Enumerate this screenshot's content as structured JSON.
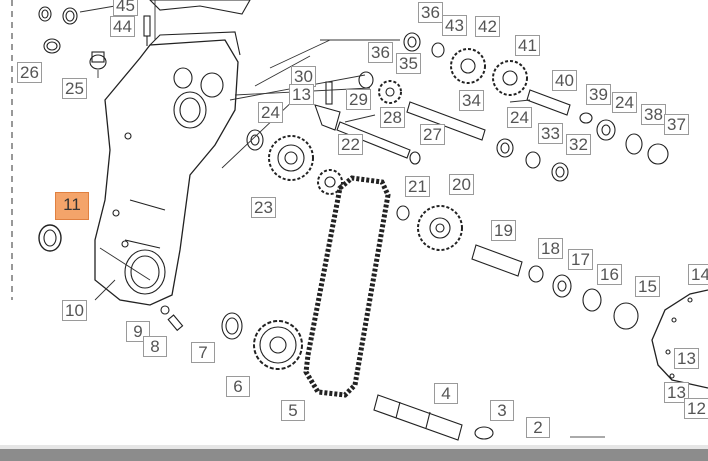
{
  "diagram": {
    "highlight_color": "#f4a46a",
    "callouts": [
      {
        "id": "c45",
        "text": "45",
        "highlighted": false
      },
      {
        "id": "c44",
        "text": "44",
        "highlighted": false
      },
      {
        "id": "c26",
        "text": "26",
        "highlighted": false
      },
      {
        "id": "c25",
        "text": "25",
        "highlighted": false
      },
      {
        "id": "c11",
        "text": "11",
        "highlighted": true
      },
      {
        "id": "c10",
        "text": "10",
        "highlighted": false
      },
      {
        "id": "c9",
        "text": "9",
        "highlighted": false
      },
      {
        "id": "c8",
        "text": "8",
        "highlighted": false
      },
      {
        "id": "c7",
        "text": "7",
        "highlighted": false
      },
      {
        "id": "c6",
        "text": "6",
        "highlighted": false
      },
      {
        "id": "c5",
        "text": "5",
        "highlighted": false
      },
      {
        "id": "c4",
        "text": "4",
        "highlighted": false
      },
      {
        "id": "c3",
        "text": "3",
        "highlighted": false
      },
      {
        "id": "c2",
        "text": "2",
        "highlighted": false
      },
      {
        "id": "c36a",
        "text": "36",
        "highlighted": false
      },
      {
        "id": "c43",
        "text": "43",
        "highlighted": false
      },
      {
        "id": "c42",
        "text": "42",
        "highlighted": false
      },
      {
        "id": "c41",
        "text": "41",
        "highlighted": false
      },
      {
        "id": "c36b",
        "text": "36",
        "highlighted": false
      },
      {
        "id": "c35",
        "text": "35",
        "highlighted": false
      },
      {
        "id": "c30",
        "text": "30",
        "highlighted": false
      },
      {
        "id": "c13a",
        "text": "13",
        "highlighted": false
      },
      {
        "id": "c29",
        "text": "29",
        "highlighted": false
      },
      {
        "id": "c34",
        "text": "34",
        "highlighted": false
      },
      {
        "id": "c40",
        "text": "40",
        "highlighted": false
      },
      {
        "id": "c39",
        "text": "39",
        "highlighted": false
      },
      {
        "id": "c24a",
        "text": "24",
        "highlighted": false
      },
      {
        "id": "c38",
        "text": "38",
        "highlighted": false
      },
      {
        "id": "c37",
        "text": "37",
        "highlighted": false
      },
      {
        "id": "c24b",
        "text": "24",
        "highlighted": false
      },
      {
        "id": "c28",
        "text": "28",
        "highlighted": false
      },
      {
        "id": "c27",
        "text": "27",
        "highlighted": false
      },
      {
        "id": "c22",
        "text": "22",
        "highlighted": false
      },
      {
        "id": "c24c",
        "text": "24",
        "highlighted": false
      },
      {
        "id": "c33",
        "text": "33",
        "highlighted": false
      },
      {
        "id": "c32",
        "text": "32",
        "highlighted": false
      },
      {
        "id": "c23",
        "text": "23",
        "highlighted": false
      },
      {
        "id": "c21",
        "text": "21",
        "highlighted": false
      },
      {
        "id": "c20",
        "text": "20",
        "highlighted": false
      },
      {
        "id": "c19",
        "text": "19",
        "highlighted": false
      },
      {
        "id": "c18",
        "text": "18",
        "highlighted": false
      },
      {
        "id": "c17",
        "text": "17",
        "highlighted": false
      },
      {
        "id": "c16",
        "text": "16",
        "highlighted": false
      },
      {
        "id": "c15",
        "text": "15",
        "highlighted": false
      },
      {
        "id": "c14",
        "text": "14",
        "highlighted": false
      },
      {
        "id": "c13b",
        "text": "13",
        "highlighted": false
      },
      {
        "id": "c13c",
        "text": "13",
        "highlighted": false
      },
      {
        "id": "c12",
        "text": "12",
        "highlighted": false
      }
    ]
  }
}
